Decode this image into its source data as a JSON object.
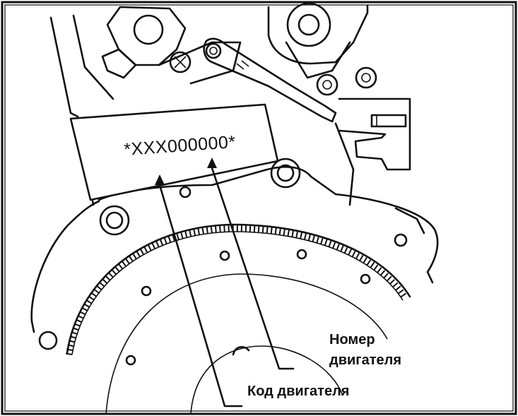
{
  "diagram": {
    "engine_plate": {
      "stamp_text": "*XXX000000*"
    },
    "labels": {
      "engine_number_line1": "Номер",
      "engine_number_line2": "двигателя",
      "engine_code": "Код двигателя"
    },
    "colors": {
      "ink": "#111111",
      "paper": "#ffffff"
    }
  }
}
